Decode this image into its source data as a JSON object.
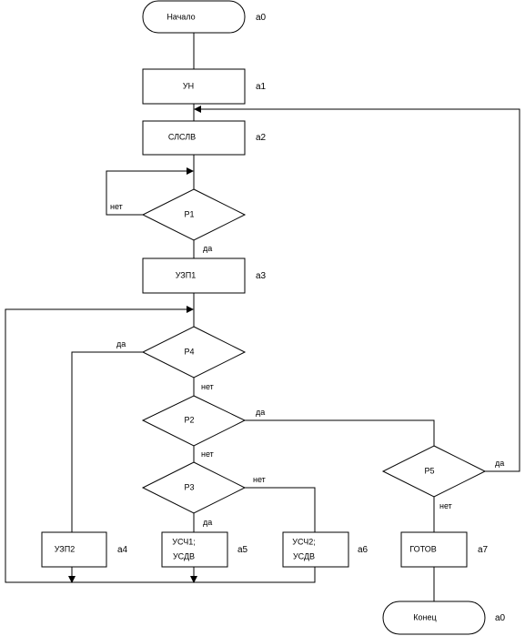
{
  "nodes": {
    "start": "Начало",
    "un": "УН",
    "slsl": "СЛСЛВ",
    "p1": "Р1",
    "uzp1": "УЗП1",
    "p4": "Р4",
    "p2": "Р2",
    "p3": "Р3",
    "uzp2": "УЗП2",
    "usch1_l1": "УСЧ1;",
    "usch1_l2": "УСДВ",
    "usch2_l1": "УСЧ2;",
    "usch2_l2": "УСДВ",
    "p5": "Р5",
    "gotov": "ГОТОВ",
    "end": "Конец"
  },
  "states": {
    "a0_top": "а0",
    "a1": "а1",
    "a2": "а2",
    "a3": "а3",
    "a4": "а4",
    "a5": "а5",
    "a6": "а6",
    "a7": "а7",
    "a0_bottom": "а0"
  },
  "edges": {
    "p1_no": "нет",
    "p1_yes": "да",
    "p4_yes": "да",
    "p4_no": "нет",
    "p2_yes": "да",
    "p2_no": "нет",
    "p3_no": "нет",
    "p3_yes": "да",
    "p5_yes": "да",
    "p5_no": "нет"
  }
}
